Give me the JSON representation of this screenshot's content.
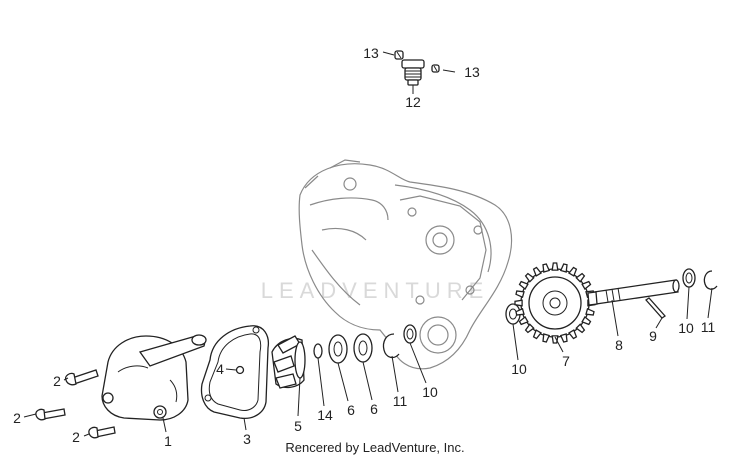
{
  "diagram": {
    "watermark": "LEADVENTURE",
    "footer_credit": "Rencered by LeadVenture, Inc.",
    "callouts": [
      {
        "id": "c13a",
        "text": "13"
      },
      {
        "id": "c13b",
        "text": "13"
      },
      {
        "id": "c12",
        "text": "12"
      },
      {
        "id": "c2a",
        "text": "2"
      },
      {
        "id": "c2b",
        "text": "2"
      },
      {
        "id": "c2c",
        "text": "2"
      },
      {
        "id": "c1",
        "text": "1"
      },
      {
        "id": "c4",
        "text": "4"
      },
      {
        "id": "c3",
        "text": "3"
      },
      {
        "id": "c5",
        "text": "5"
      },
      {
        "id": "c14",
        "text": "14"
      },
      {
        "id": "c6a",
        "text": "6"
      },
      {
        "id": "c6b",
        "text": "6"
      },
      {
        "id": "c11a",
        "text": "11"
      },
      {
        "id": "c10a",
        "text": "10"
      },
      {
        "id": "c10b",
        "text": "10"
      },
      {
        "id": "c7",
        "text": "7"
      },
      {
        "id": "c8",
        "text": "8"
      },
      {
        "id": "c9",
        "text": "9"
      },
      {
        "id": "c10c",
        "text": "10"
      },
      {
        "id": "c11b",
        "text": "11"
      }
    ]
  }
}
